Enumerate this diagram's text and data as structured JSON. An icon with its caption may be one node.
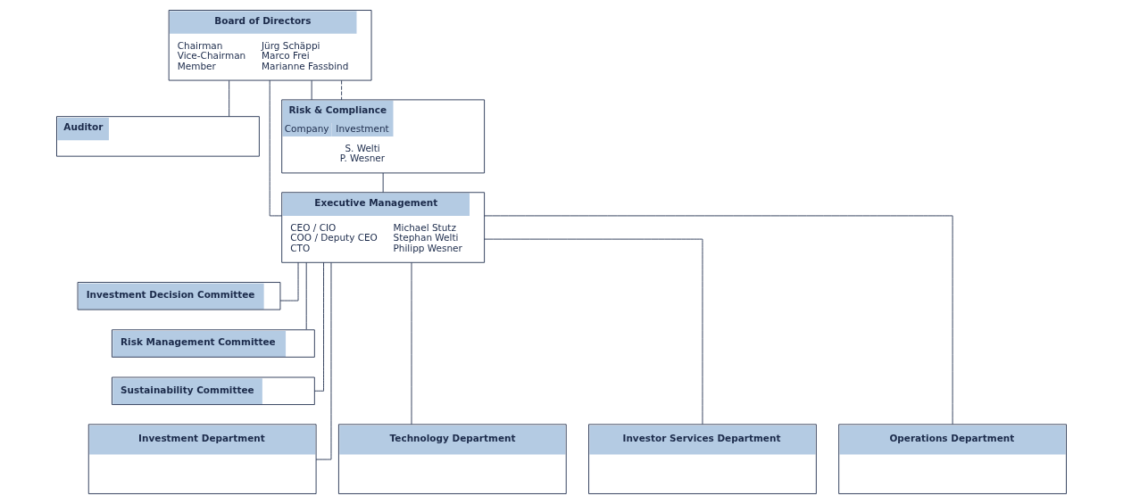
{
  "diagram": {
    "nodes": [
      {
        "text": [
          "Board of Directors",
          "Chairman Vice-Chairman Member",
          "Jürg Schäppi Marco Frei Marianne Fassbind"
        ]
      },
      {
        "text": [
          "Auditor"
        ]
      },
      {
        "text": [
          "Risk & Compliance",
          "Company",
          "Investment",
          "S. Welti P. Wesner"
        ]
      },
      {
        "text": [
          "Executive Management",
          "CEO / CIO COO / Deputy CEO CTO",
          "Michael Stutz Stephan Welti Philipp Wesner"
        ]
      },
      {
        "text": [
          "Investment Decision Committee"
        ]
      },
      {
        "text": [
          "Risk Management Committee"
        ]
      },
      {
        "text": [
          "Sustainability Committee"
        ]
      },
      {
        "text": [
          "Investment Department"
        ]
      },
      {
        "text": [
          "Technology Department"
        ]
      },
      {
        "text": [
          "Investor Services Department"
        ]
      },
      {
        "text": [
          "Operations Department"
        ]
      }
    ],
    "edges": [
      {
        "from": 0,
        "to": 3,
        "arrow": "none"
      },
      {
        "from": 1,
        "to": 0,
        "arrow": "none"
      },
      {
        "from": 0,
        "to": 2,
        "arrow": "none"
      },
      {
        "from": 0,
        "to": 2,
        "arrow": "none",
        "style": "dashed"
      },
      {
        "from": 3,
        "to": 2,
        "arrow": "none"
      },
      {
        "from": 3,
        "to": 4,
        "arrow": "none"
      },
      {
        "from": 3,
        "to": 5,
        "arrow": "none"
      },
      {
        "from": 3,
        "to": 6,
        "arrow": "none"
      },
      {
        "from": 3,
        "to": 7,
        "arrow": "none"
      },
      {
        "from": 3,
        "to": 8,
        "arrow": "none"
      },
      {
        "from": 3,
        "to": 9,
        "arrow": "none"
      },
      {
        "from": 3,
        "to": 10,
        "arrow": "none"
      }
    ]
  }
}
